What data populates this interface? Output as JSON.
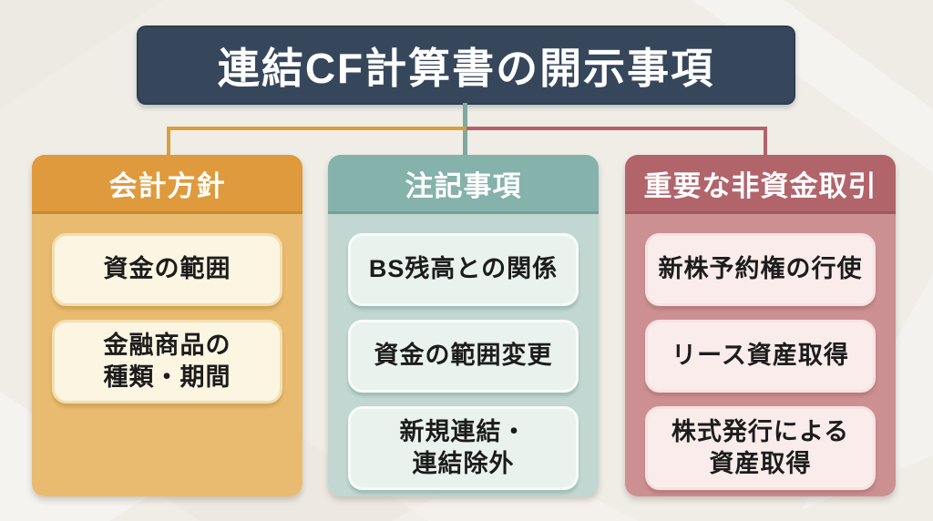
{
  "title": "連結CF計算書の開示事項",
  "colors": {
    "background": "#F0EDE7",
    "title_bg": "#36475C",
    "title_text": "#FFFFFF",
    "connector_center": "#7FA9A1",
    "connector_left": "#D99F3F",
    "connector_right": "#B5616B",
    "item_text": "#1C1C1C"
  },
  "columns": [
    {
      "id": "accounting-policy",
      "header": "会計方針",
      "header_bg": "#DE9A3C",
      "body_bg": "#E8BB70",
      "item_bg": "#FCF5E2",
      "item_border": "#F2DFAE",
      "items": {
        "0": "資金の範囲",
        "1": "金融商品の\n種類・期間"
      }
    },
    {
      "id": "notes",
      "header": "注記事項",
      "header_bg": "#85B2AB",
      "body_bg": "#C2D7D1",
      "item_bg": "#EAF2EE",
      "item_border": "#F7FBF9",
      "items": {
        "0": "BS残高との関係",
        "1": "資金の範囲変更",
        "2": "新規連結・\n連結除外"
      }
    },
    {
      "id": "non-cash-transactions",
      "header": "重要な非資金取引",
      "header_bg": "#B2646B",
      "body_bg": "#CC9093",
      "item_bg": "#F9ECEB",
      "item_border": "#F6E3E2",
      "items": {
        "0": "新株予約権の行使",
        "1": "リース資産取得",
        "2": "株式発行による\n資産取得"
      }
    }
  ]
}
